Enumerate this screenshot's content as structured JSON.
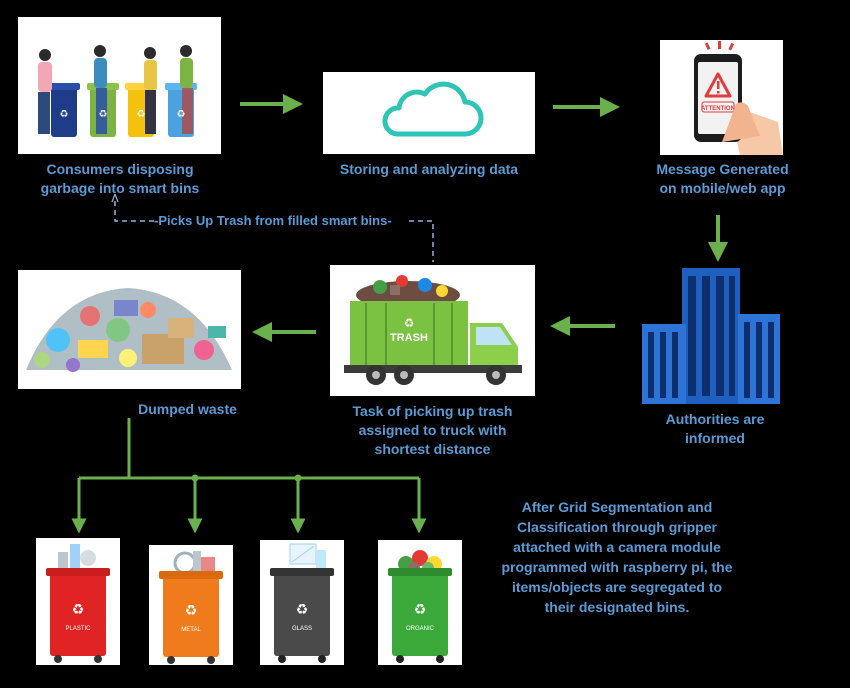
{
  "nodes": {
    "consumers": "Consumers disposing garbage into smart bins",
    "storage": "Storing and analyzing data",
    "message": "Message Generated on mobile/web app",
    "authorities": "Authorities are informed",
    "truck": "Task of picking up trash assigned to truck with shortest distance",
    "dumped": "Dumped waste"
  },
  "loop_label": "-Picks Up Trash from filled smart bins-",
  "phone_text": "ATTENTION",
  "truck_text": "TRASH",
  "bins": [
    {
      "label": "PLASTIC",
      "color": "#e02424"
    },
    {
      "label": "METAL",
      "color": "#f07b1d"
    },
    {
      "label": "GLASS",
      "color": "#4a4a4a"
    },
    {
      "label": "ORGANIC",
      "color": "#3aa93a"
    }
  ],
  "segregation_note": "After Grid Segmentation and Classification through gripper attached with a camera module programmed with raspberry pi, the items/objects are segregated to their designated bins.",
  "colors": {
    "arrow": "#6ab04c",
    "text": "#5b9bd5",
    "dashed": "#8fb4e0"
  }
}
